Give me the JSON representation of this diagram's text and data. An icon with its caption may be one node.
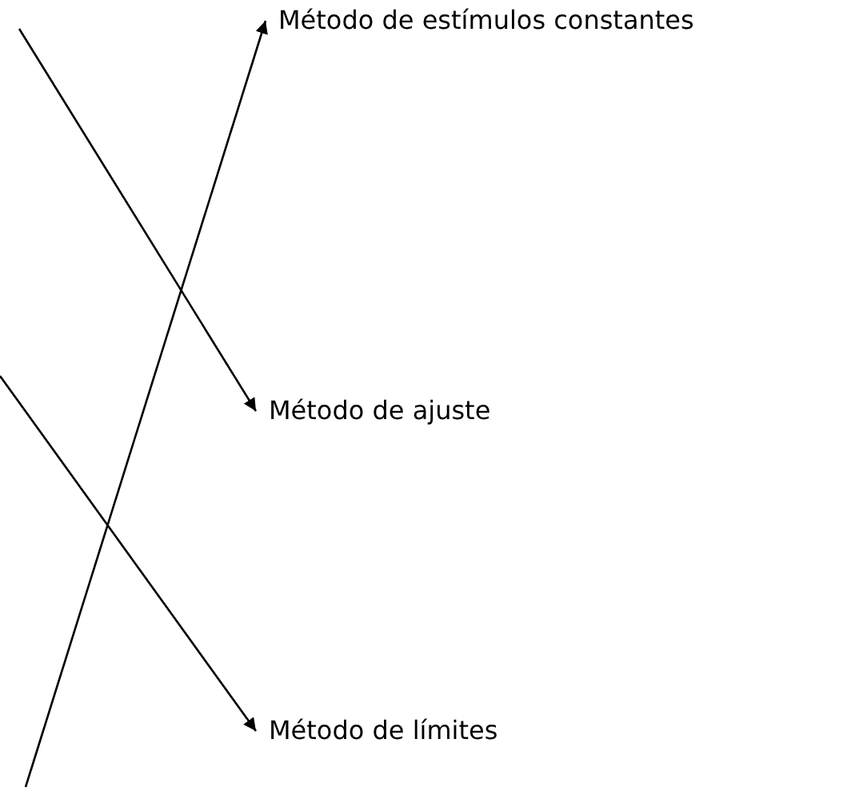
{
  "diagram": {
    "nodes": [
      {
        "text": [
          "Método de estímulos constantes"
        ]
      },
      {
        "text": [
          "Método de ajuste"
        ]
      },
      {
        "text": [
          "Método de límites"
        ]
      }
    ],
    "edges": [
      {
        "from": null,
        "to": 0,
        "arrow": "to"
      },
      {
        "from": null,
        "to": 1,
        "arrow": "to"
      },
      {
        "from": null,
        "to": 2,
        "arrow": "to"
      }
    ]
  }
}
